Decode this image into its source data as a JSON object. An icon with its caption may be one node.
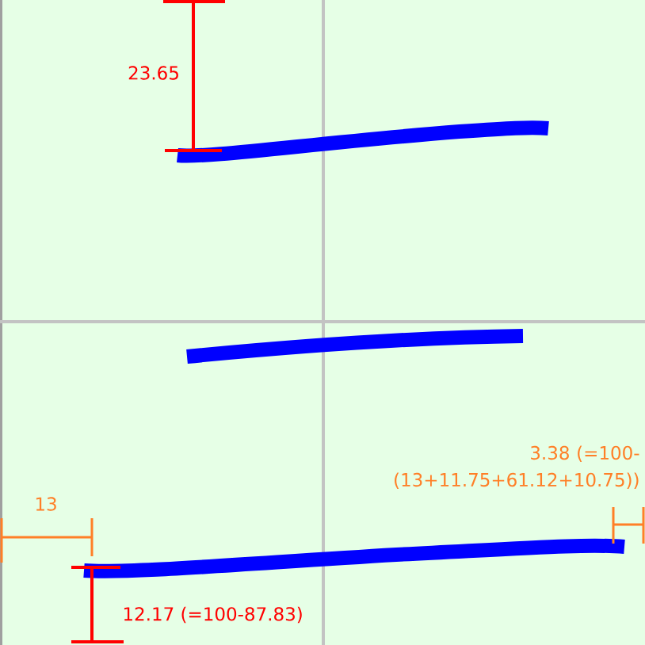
{
  "diagram": {
    "labels": [
      "23.65",
      "3.38 (=100-(13+11.75+61.12+10.75))",
      "13",
      "12.17 (=100-87.83)"
    ]
  }
}
